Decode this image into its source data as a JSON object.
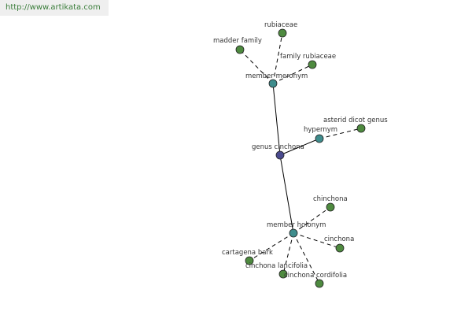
{
  "watermark": "http://www.artikata.com",
  "graph": {
    "nodes": [
      {
        "id": "root",
        "label": "genus cinchona",
        "kind": "root",
        "fill": "#4a4a8e"
      },
      {
        "id": "mm",
        "label": "member meronym",
        "kind": "relation",
        "fill": "#3f8d8d"
      },
      {
        "id": "hyp",
        "label": "hypernym",
        "kind": "relation",
        "fill": "#3f8d8d"
      },
      {
        "id": "mh",
        "label": "member holonym",
        "kind": "relation",
        "fill": "#3f8d8d"
      },
      {
        "id": "rub",
        "label": "rubiaceae",
        "kind": "leaf",
        "fill": "#4e8a3f"
      },
      {
        "id": "mad",
        "label": "madder family",
        "kind": "leaf",
        "fill": "#4e8a3f"
      },
      {
        "id": "famrub",
        "label": "family rubiaceae",
        "kind": "leaf",
        "fill": "#4e8a3f"
      },
      {
        "id": "ast",
        "label": "asterid dicot genus",
        "kind": "leaf",
        "fill": "#4e8a3f"
      },
      {
        "id": "chinch",
        "label": "chinchona",
        "kind": "leaf",
        "fill": "#4e8a3f"
      },
      {
        "id": "cinch",
        "label": "cinchona",
        "kind": "leaf",
        "fill": "#4e8a3f"
      },
      {
        "id": "cart",
        "label": "cartagena bark",
        "kind": "leaf",
        "fill": "#4e8a3f"
      },
      {
        "id": "lanc",
        "label": "cinchona lancifolia",
        "kind": "leaf",
        "fill": "#4e8a3f"
      },
      {
        "id": "cord",
        "label": "cinchona cordifolia",
        "kind": "leaf",
        "fill": "#4e8a3f"
      }
    ],
    "edges": [
      {
        "from": "root",
        "to": "mm",
        "style": "solid"
      },
      {
        "from": "root",
        "to": "hyp",
        "style": "solid"
      },
      {
        "from": "root",
        "to": "mh",
        "style": "solid"
      },
      {
        "from": "mm",
        "to": "rub",
        "style": "dashed"
      },
      {
        "from": "mm",
        "to": "mad",
        "style": "dashed"
      },
      {
        "from": "mm",
        "to": "famrub",
        "style": "dashed"
      },
      {
        "from": "hyp",
        "to": "ast",
        "style": "dashed"
      },
      {
        "from": "mh",
        "to": "chinch",
        "style": "dashed"
      },
      {
        "from": "mh",
        "to": "cinch",
        "style": "dashed"
      },
      {
        "from": "mh",
        "to": "cart",
        "style": "dashed"
      },
      {
        "from": "mh",
        "to": "lanc",
        "style": "dashed"
      },
      {
        "from": "mh",
        "to": "cord",
        "style": "dashed"
      }
    ]
  }
}
